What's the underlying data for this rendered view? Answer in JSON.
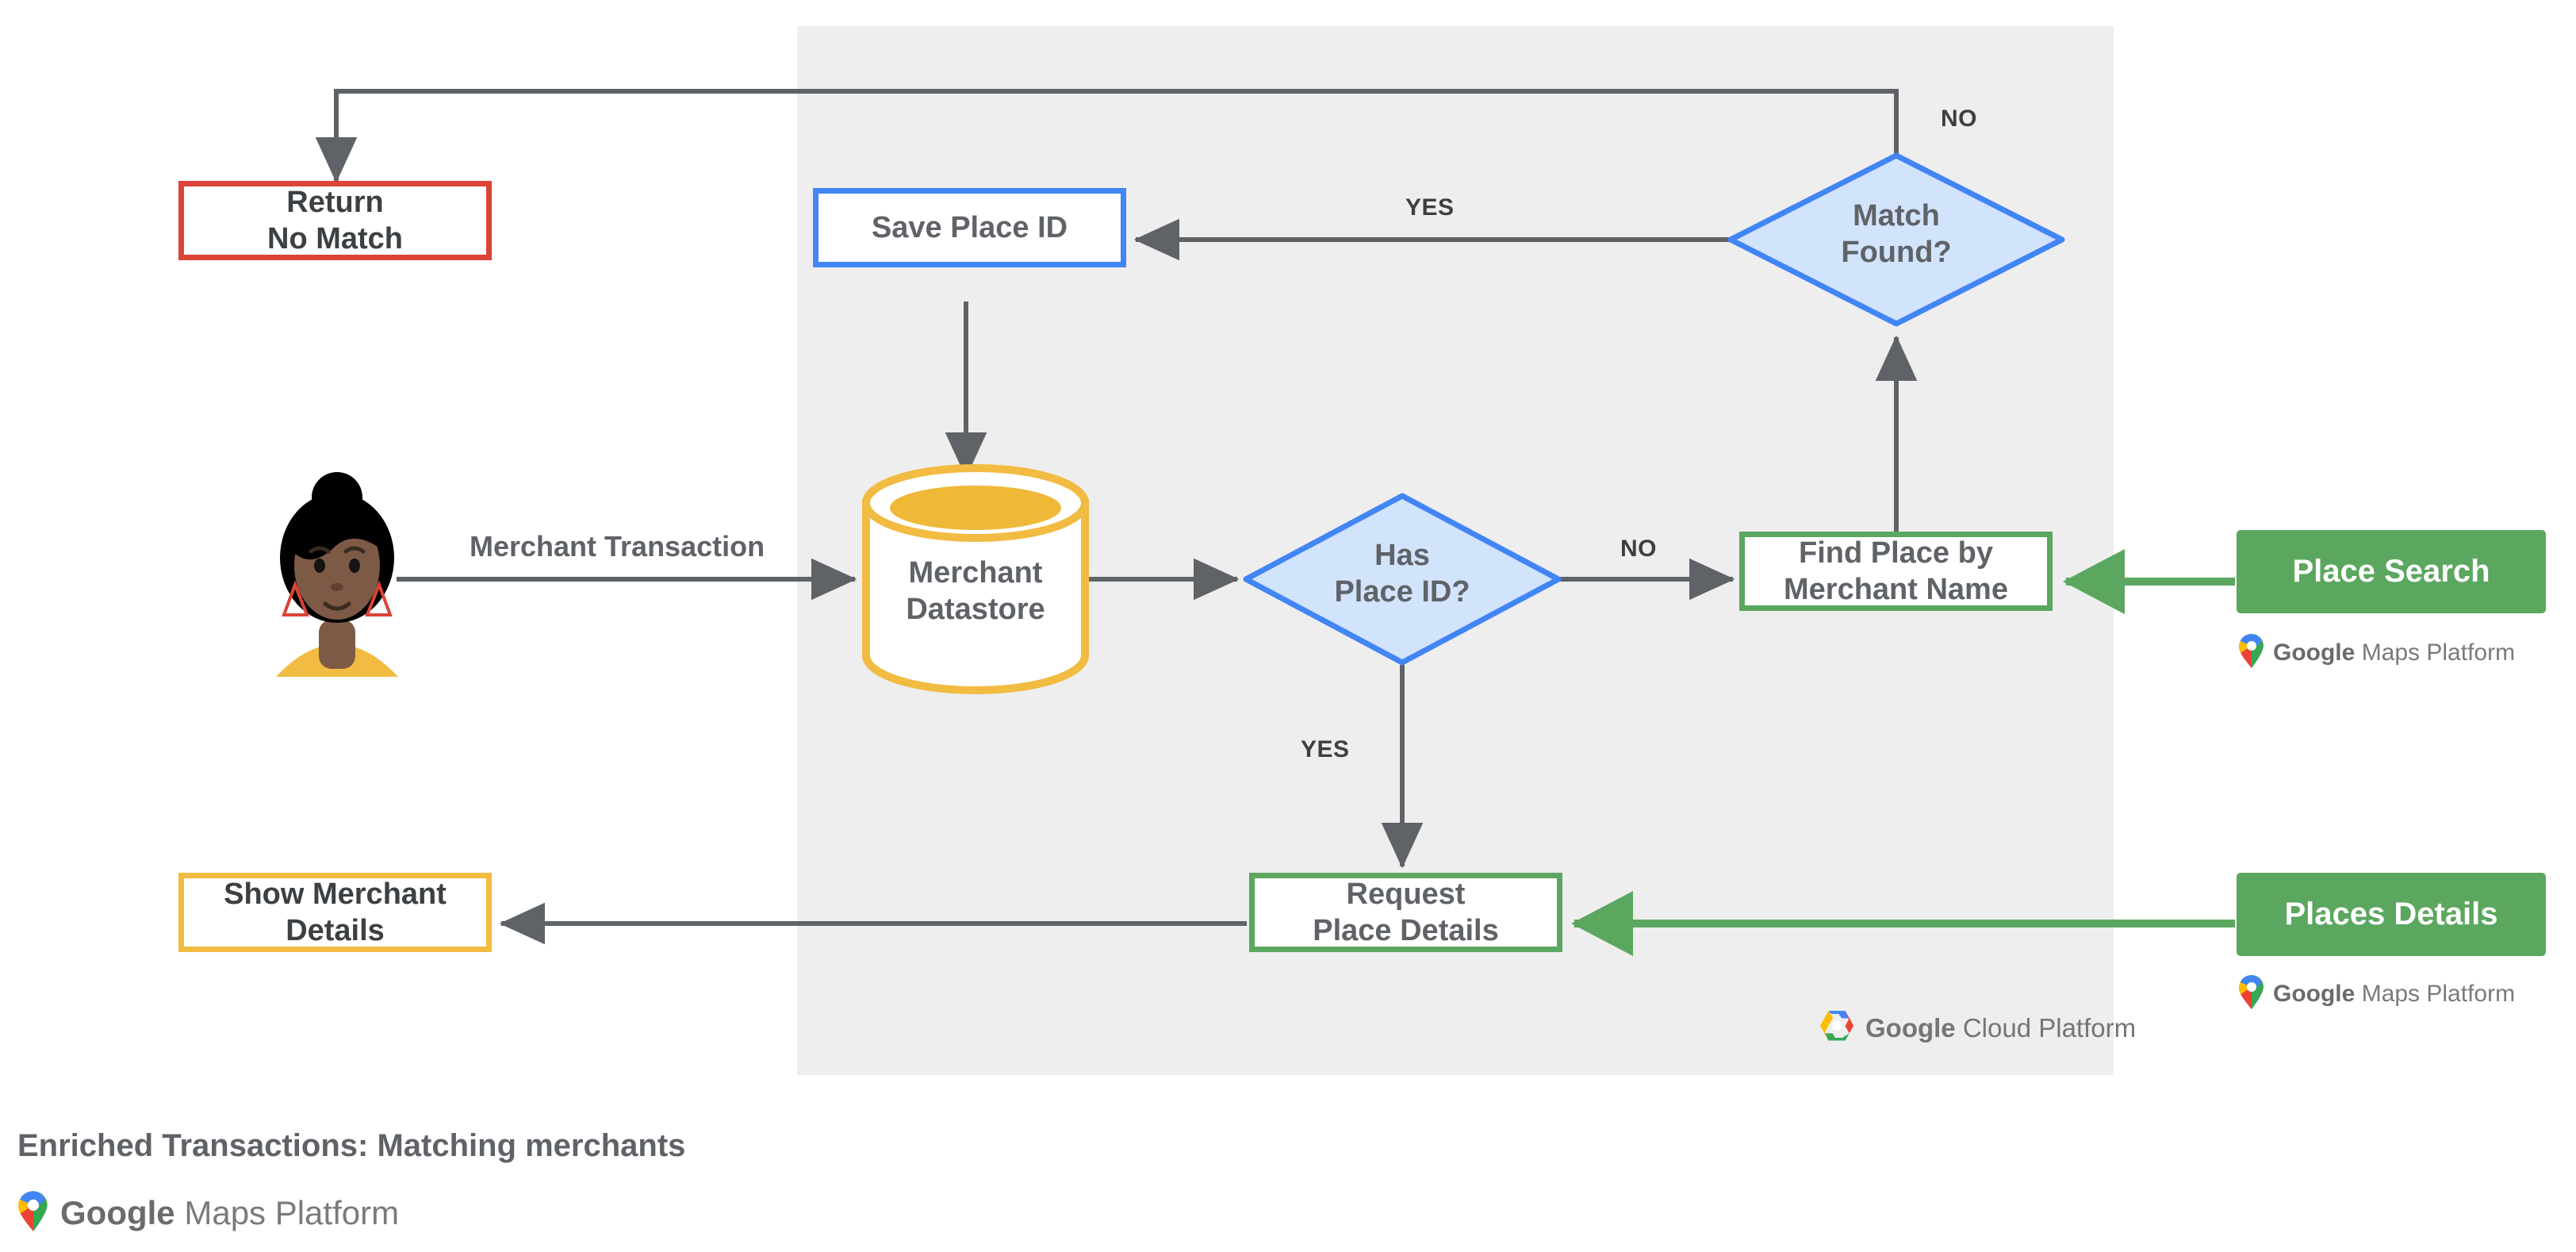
{
  "diagram": {
    "caption": "Enriched Transactions: Matching merchants",
    "panel_platform": {
      "google": "Google",
      "product": "Cloud Platform",
      "icon": "google-cloud-hexagon-icon"
    },
    "footer_platform": {
      "google": "Google",
      "product": "Maps Platform",
      "icon": "google-maps-pin-icon"
    }
  },
  "actor": {
    "name": "merchant-customer-avatar",
    "flow_label": "Merchant Transaction"
  },
  "nodes": {
    "return_no_match": {
      "label": "Return\nNo Match",
      "shape": "rect",
      "color": "#db4437"
    },
    "save_place_id": {
      "label": "Save Place ID",
      "shape": "rect",
      "color": "#4285f4"
    },
    "match_found": {
      "label": "Match\nFound?",
      "shape": "diamond",
      "color": "#4285f4",
      "fill": "#d2e3fc"
    },
    "merchant_datastore": {
      "label": "Merchant\nDatastore",
      "shape": "cylinder",
      "color": "#f2bb42"
    },
    "has_place_id": {
      "label": "Has\nPlace ID?",
      "shape": "diamond",
      "color": "#4285f4",
      "fill": "#d2e3fc"
    },
    "find_place": {
      "label": "Find Place by\nMerchant Name",
      "shape": "rect",
      "color": "#5ba75f"
    },
    "request_place_details": {
      "label": "Request\nPlace Details",
      "shape": "rect",
      "color": "#5ba75f"
    },
    "show_merchant_details": {
      "label": "Show Merchant\nDetails",
      "shape": "rect",
      "color": "#f2bb42"
    },
    "place_search": {
      "label": "Place Search",
      "shape": "chip",
      "color": "#5ba75f"
    },
    "places_details": {
      "label": "Places Details",
      "shape": "chip",
      "color": "#5ba75f"
    }
  },
  "edge_labels": {
    "match_found_no": "NO",
    "match_found_yes": "YES",
    "has_place_id_no": "NO",
    "has_place_id_yes": "YES"
  },
  "api_badges": [
    {
      "google": "Google",
      "product": "Maps Platform",
      "icon": "google-maps-pin-icon"
    },
    {
      "google": "Google",
      "product": "Maps Platform",
      "icon": "google-maps-pin-icon"
    }
  ]
}
